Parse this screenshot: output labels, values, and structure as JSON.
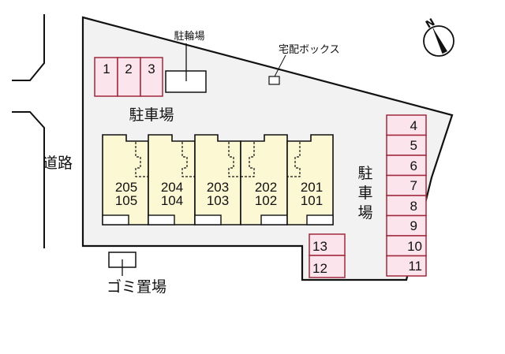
{
  "colors": {
    "site_fill": "#f2f2f2",
    "outline": "#111111",
    "parking_fill": "#fce4ec",
    "parking_stroke": "#a0283c",
    "building_fill": "#fdf8d4",
    "white": "#ffffff"
  },
  "labels": {
    "road": "道路",
    "bicycle_parking": "駐輪場",
    "delivery_box": "宅配ボックス",
    "parking_top": "駐車場",
    "parking_right": [
      "駐",
      "車",
      "場"
    ],
    "garbage": "ゴミ置場",
    "compass_north": "N"
  },
  "parking_spaces": {
    "top_row": [
      "1",
      "2",
      "3"
    ],
    "right_column": [
      "4",
      "5",
      "6",
      "7",
      "8",
      "9",
      "10",
      "11"
    ],
    "bottom_pair": [
      "13",
      "12"
    ]
  },
  "units": [
    {
      "upper": "205",
      "lower": "105"
    },
    {
      "upper": "204",
      "lower": "104"
    },
    {
      "upper": "203",
      "lower": "103"
    },
    {
      "upper": "202",
      "lower": "102"
    },
    {
      "upper": "201",
      "lower": "101"
    }
  ]
}
